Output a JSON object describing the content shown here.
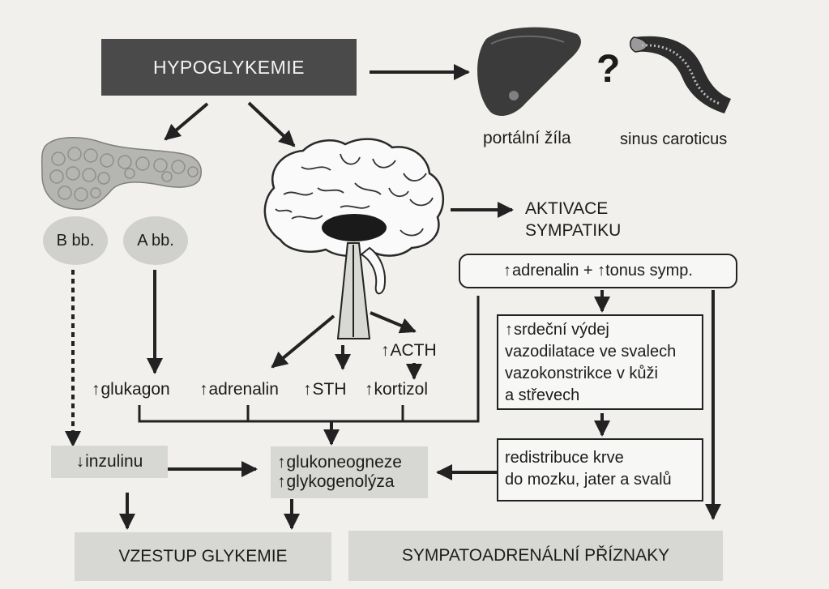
{
  "title": "HYPOGLYKEMIE",
  "question_mark": "?",
  "receptors": {
    "portal": "portální žíla",
    "sinus": "sinus caroticus"
  },
  "pancreas_cells": {
    "b": "B bb.",
    "a": "A bb."
  },
  "sympathetic": {
    "line1": "AKTIVACE",
    "line2": "SYMPATIKU"
  },
  "sympathetic_box": "adrenalin + ↑tonus symp.",
  "cardio_effects": [
    "srdeční výdej",
    "vazodilatace ve svalech",
    "vazokonstrikce v kůži",
    "a střevech"
  ],
  "redistribution": [
    "redistribuce krve",
    "do mozku, jater a svalů"
  ],
  "hormones": {
    "glukagon": "glukagon",
    "adrenalin": "adrenalin",
    "sth": "STH",
    "acth": "ACTH",
    "kortizol": "kortizol"
  },
  "insulin": "inzulinu",
  "glucose_production": [
    "glukoneogneze",
    "glykogenolýza"
  ],
  "outcomes": {
    "glycemia": "VZESTUP GLYKEMIE",
    "symptoms": "SYMPATOADRENÁLNÍ PŘÍZNAKY"
  }
}
